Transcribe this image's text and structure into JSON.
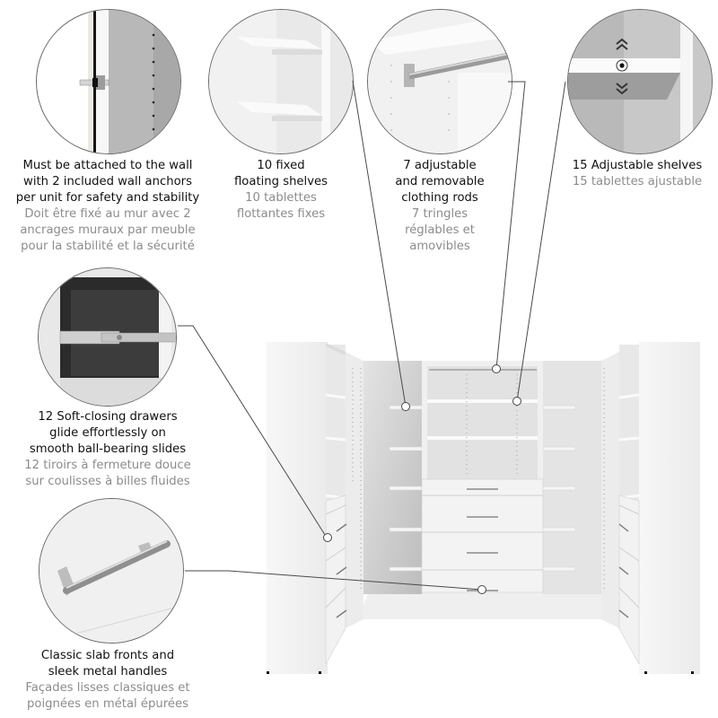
{
  "features": [
    {
      "id": "wall-anchors",
      "icon": "wall-anchor-closeup",
      "en": "Must be attached to the wall\nwith 2 included wall anchors\nper unit for safety and stability",
      "fr": "Doit être fixé au mur avec 2\nancrages muraux par meuble\npour la stabilité et la sécurité"
    },
    {
      "id": "fixed-shelves",
      "icon": "floating-shelves-closeup",
      "en": "10 fixed\nfloating shelves",
      "fr": "10 tablettes\nflottantes fixes"
    },
    {
      "id": "clothing-rods",
      "icon": "clothing-rod-closeup",
      "en": "7 adjustable\nand removable\nclothing rods",
      "fr": "7 tringles\nréglables et\namovibles"
    },
    {
      "id": "adjustable-shelves",
      "icon": "adjustable-shelf-closeup",
      "en": "15 Adjustable shelves",
      "fr": "15 tablettes ajustable"
    },
    {
      "id": "soft-closing-drawers",
      "icon": "drawer-slide-closeup",
      "en": "12 Soft-closing drawers\nglide effortlessly on\nsmooth ball-bearing slides",
      "fr": "12 tiroirs à fermeture douce\nsur coulisses à billes fluides"
    },
    {
      "id": "metal-handles",
      "icon": "metal-handle-closeup",
      "en": "Classic slab fronts and\nsleek metal handles",
      "fr": "Façades lisses classiques et\npoignées en métal épurées"
    }
  ],
  "product": {
    "icon": "u-shaped-walk-in-closet-illustration"
  },
  "colors": {
    "text_primary": "#111111",
    "text_secondary": "#8c8c8c",
    "leader_line": "#4a4a4a",
    "cabinet_white": "#f4f4f4",
    "cabinet_shadow": "#d9d9d9"
  }
}
